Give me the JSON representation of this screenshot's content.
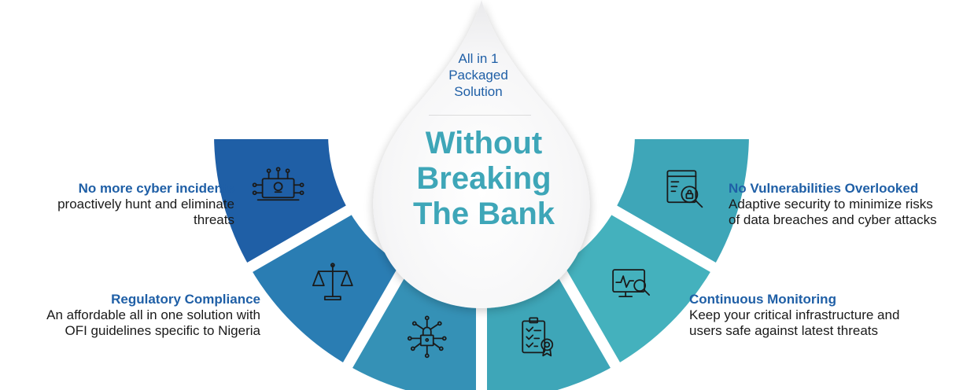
{
  "center": {
    "tagline": "All in 1\nPackaged\nSolution",
    "title": "Without\nBreaking\nThe Bank"
  },
  "features": [
    {
      "heading": "No more cyber incidents",
      "body": "proactively hunt and eliminate\nthreats",
      "icon": "hacker-laptop-icon",
      "color": "#1f5fa6"
    },
    {
      "heading": "Regulatory Compliance",
      "body": "An affordable all in one solution with\nOFI guidelines specific to Nigeria",
      "icon": "scales-icon",
      "color": "#2a7db3"
    },
    {
      "icon": "circuit-lock-icon",
      "color": "#3591b6"
    },
    {
      "icon": "checklist-certificate-icon",
      "color": "#3ea6b8"
    },
    {
      "heading": "Continuous Monitoring",
      "body": "Keep your critical infrastructure and\nusers safe against latest threats",
      "icon": "monitor-search-icon",
      "color": "#44b1bd"
    },
    {
      "heading": "No Vulnerabilities Overlooked",
      "body": "Adaptive security to minimize risks\nof data breaches and cyber attacks",
      "icon": "code-magnifier-icon",
      "color": "#3ea6b8"
    }
  ]
}
